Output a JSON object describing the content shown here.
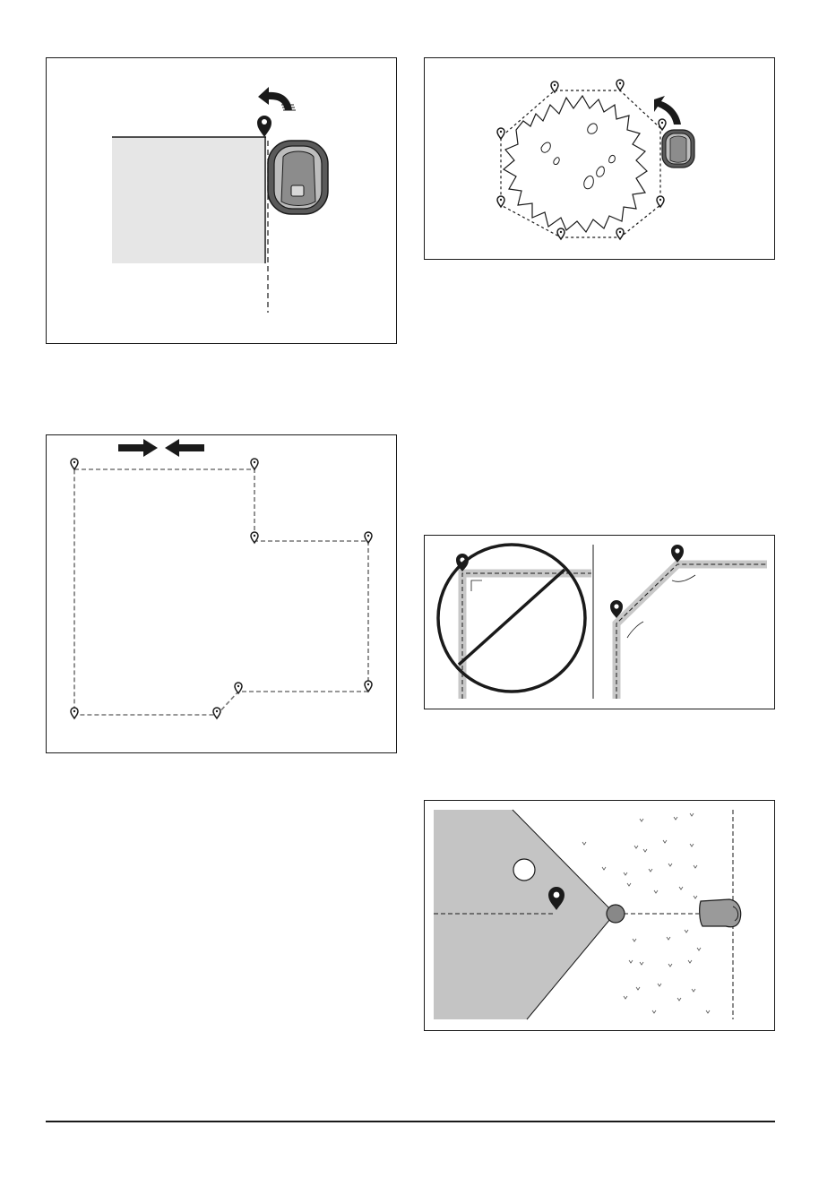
{
  "figures": [
    {
      "id": "fig1",
      "icons": [
        "robotic-mower-icon",
        "waypoint-pin-icon",
        "turn-arrow-icon"
      ],
      "colors": {
        "area": "#e6e6e6",
        "ink": "#1a1a1a"
      }
    },
    {
      "id": "fig2",
      "icons": [
        "bush-icon",
        "waypoint-pin-icon",
        "robotic-mower-icon",
        "turn-arrow-icon"
      ]
    },
    {
      "id": "fig3",
      "icons": [
        "waypoint-pin-icon",
        "arrow-right-icon",
        "arrow-left-icon"
      ]
    },
    {
      "id": "fig4",
      "icons": [
        "prohibited-icon",
        "waypoint-pin-icon"
      ],
      "colors": {
        "path": "#c8c8c8"
      }
    },
    {
      "id": "fig5",
      "icons": [
        "waypoint-pin-icon",
        "robotic-mower-icon",
        "grass-icon"
      ],
      "colors": {
        "area": "#c4c4c4"
      }
    }
  ],
  "footer": {
    "rule_color": "#1a1a1a"
  }
}
